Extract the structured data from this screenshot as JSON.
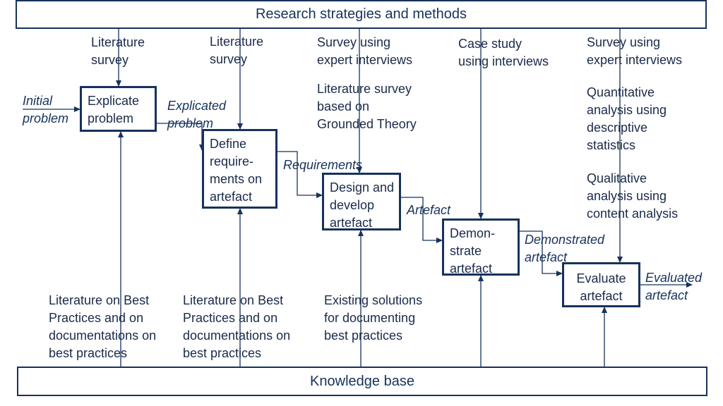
{
  "header": {
    "title": "Research strategies and methods"
  },
  "footer": {
    "title": "Knowledge base"
  },
  "boxes": {
    "explicate": "Explicate\nproblem",
    "define": "Define\nrequire-\nments on\nartefact",
    "design": "Design and\ndevelop\nartefact",
    "demonstrate": "Demon-\nstrate\nartefact",
    "evaluate": "Evaluate\nartefact"
  },
  "flows": {
    "initial": "Initial\nproblem",
    "explicated": "Explicated\nproblem",
    "requirements": "Requirements",
    "artefact": "Artefact",
    "demonstrated": "Demonstrated\nartefact",
    "evaluated": "Evaluated\nartefact"
  },
  "methods": {
    "col1": "Literature\nsurvey",
    "col2": "Literature\nsurvey",
    "col3a": "Survey using\nexpert interviews",
    "col3b": "Literature survey\nbased on\nGrounded Theory",
    "col4": "Case study\nusing interviews",
    "col5a": "Survey using\nexpert interviews",
    "col5b": "Quantitative\nanalysis using\ndescriptive\nstatistics",
    "col5c": "Qualitative\nanalysis using\ncontent analysis"
  },
  "knowledge": {
    "k1": "Literature on Best\nPractices and on\ndocumentations on\nbest practices",
    "k2": "Literature on Best\nPractices and on\ndocumentations on\nbest practices",
    "k3": "Existing solutions\nfor documenting\nbest practices"
  }
}
